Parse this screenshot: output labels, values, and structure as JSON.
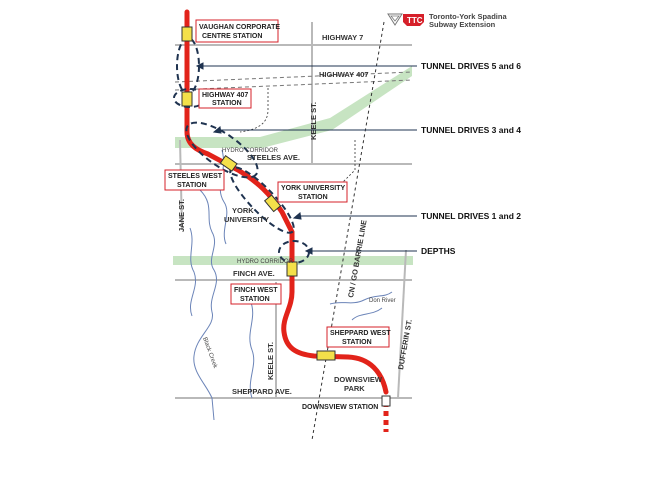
{
  "header": {
    "brand_line1": "Toronto-York Spadina",
    "brand_line2": "Subway Extension"
  },
  "roads": {
    "highway7": "HIGHWAY 7",
    "highway407": "HIGHWAY 407",
    "steeles": "STEELES AVE.",
    "finch": "FINCH AVE.",
    "sheppard": "SHEPPARD AVE.",
    "jane": "JANE ST.",
    "keele_north": "KEELE ST.",
    "keele_south": "KEELE ST.",
    "dufferin": "DUFFERIN ST.",
    "rail": "CN / GO BARRIE LINE"
  },
  "corridors": {
    "north": "HYDRO CORRIDOR",
    "south": "HYDRO CORRIDOR"
  },
  "areas": {
    "york_line1": "YORK",
    "york_line2": "UNIVERSITY",
    "downsview_line1": "DOWNSVIEW",
    "downsview_line2": "PARK",
    "don_river": "Don River",
    "black_creek": "Black Creek"
  },
  "stations": {
    "vaughan": {
      "line1": "VAUGHAN CORPORATE",
      "line2": "CENTRE STATION"
    },
    "hwy407": {
      "line1": "HIGHWAY 407",
      "line2": "STATION"
    },
    "steeles_west": {
      "line1": "STEELES WEST",
      "line2": "STATION"
    },
    "york_u": {
      "line1": "YORK UNIVERSITY",
      "line2": "STATION"
    },
    "finch_west": {
      "line1": "FINCH WEST",
      "line2": "STATION"
    },
    "sheppard_west": {
      "line1": "SHEPPARD WEST",
      "line2": "STATION"
    },
    "downsview": "DOWNSVIEW STATION"
  },
  "annotations": {
    "drives_5_6": "TUNNEL DRIVES 5 and 6",
    "drives_3_4": "TUNNEL DRIVES 3 and 4",
    "drives_1_2": "TUNNEL DRIVES 1 and 2",
    "depths": "DEPTHS"
  },
  "colors": {
    "subway_line": "#e2231a",
    "station_marker": "#f4e04a",
    "station_label_border": "#d6202a",
    "hydro_corridor": "#c7e4c2",
    "road": "#b9b9b9",
    "river": "#6b84b8",
    "tunnel_outline": "#1f3350"
  }
}
